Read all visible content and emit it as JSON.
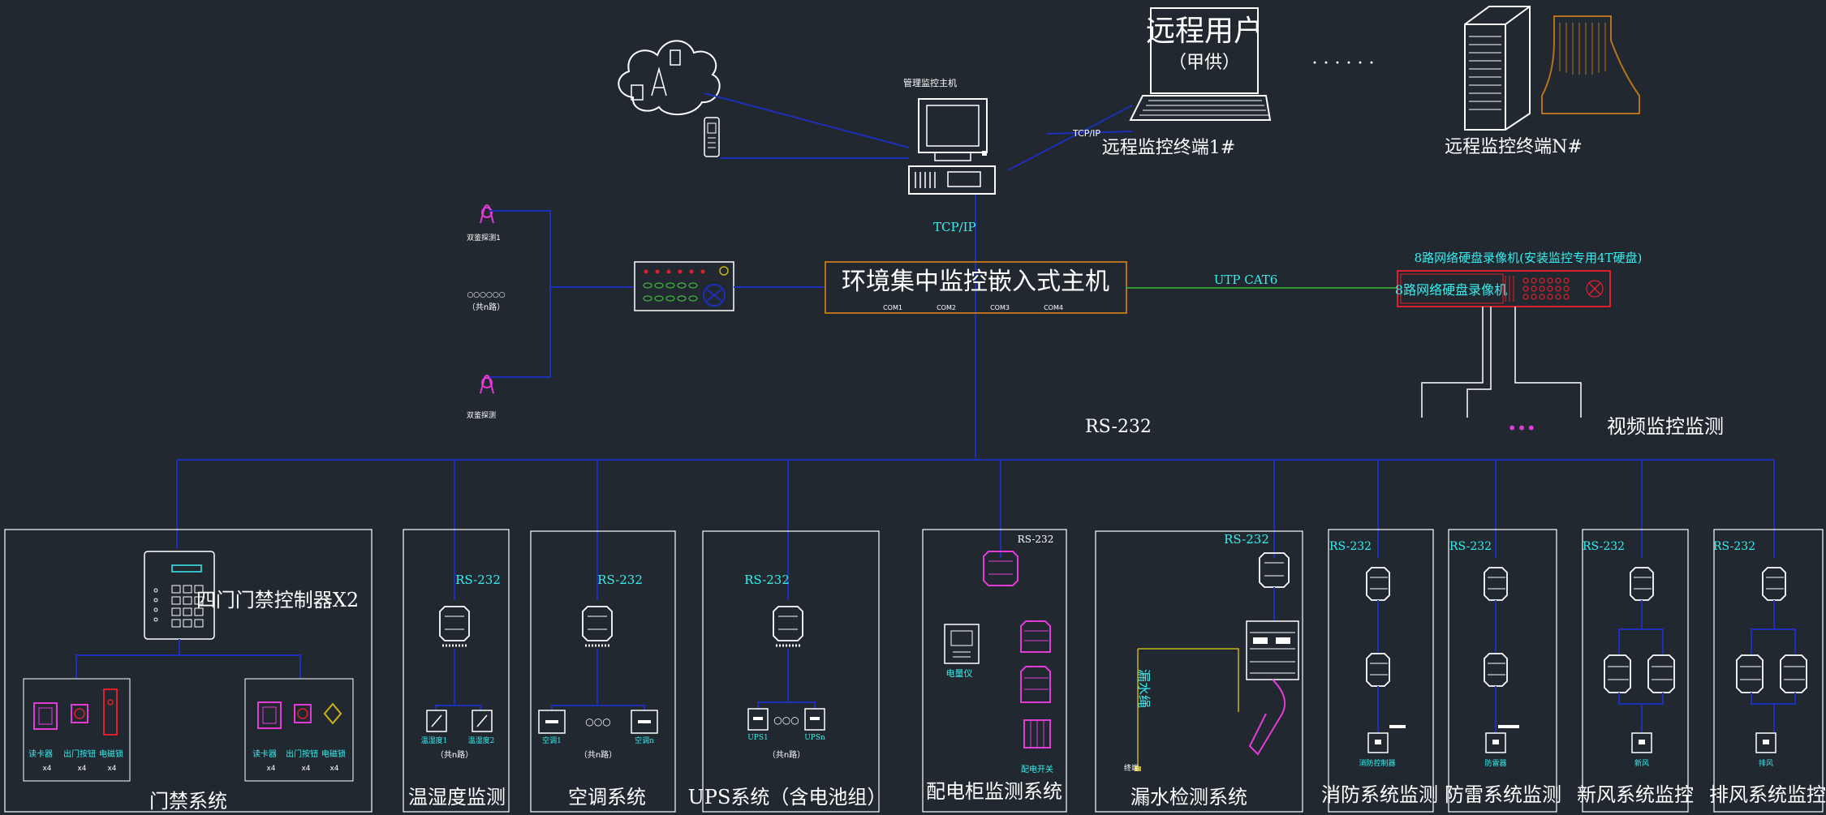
{
  "remote_user": {
    "title": "远程用户",
    "subtitle": "（甲供）"
  },
  "terminal_1": "远程监控终端1#",
  "terminal_n": "远程监控终端N#",
  "ellipsis_top": "· · · · · ·",
  "mgmt_host": "管理监控主机",
  "tcpip_small": "TCP/IP",
  "tcpip_label": "TCP/IP",
  "main_host": {
    "title": "环境集中监控嵌入式主机",
    "ports": [
      "COM1",
      "COM2",
      "COM3",
      "COM4"
    ]
  },
  "utp_label": "UTP CAT6",
  "nvr": {
    "caption": "8路网络硬盘录像机(安装监控专用4T硬盘)",
    "label": "8路网络硬盘录像机"
  },
  "video_label": "视频监控监测",
  "video_dots": "•••",
  "rs232_bus": "RS-232",
  "left_sensors": {
    "top": "双鉴探测1",
    "mid": "○○○○○○",
    "mid_note": "（共n路）",
    "bottom": "双鉴探测"
  },
  "access": {
    "title": "门禁系统",
    "controller": "四门门禁控制器X2",
    "left_items": [
      "读卡器",
      "出门按钮",
      "电磁锁"
    ],
    "right_items": [
      "读卡器",
      "出门按钮",
      "电磁锁"
    ],
    "qty": [
      "x4",
      "x4",
      "x4"
    ]
  },
  "temp": {
    "title": "温湿度监测",
    "rs": "RS-232",
    "items": [
      "温湿度1",
      "温湿度2"
    ],
    "note": "（共n路）"
  },
  "ac": {
    "title": "空调系统",
    "rs": "RS-232",
    "items": [
      "空调1",
      "空调n"
    ],
    "note": "（共n路）"
  },
  "ups": {
    "title": "UPS系统（含电池组）",
    "rs": "RS-232",
    "items": [
      "UPS1",
      "UPSn"
    ],
    "note": "（共n路）"
  },
  "power": {
    "title": "配电柜监测系统",
    "rs": "RS-232",
    "meter": "电量仪",
    "switch": "配电开关"
  },
  "leak": {
    "title": "漏水检测系统",
    "rs": "RS-232",
    "rope": "漏水绳",
    "end": "终端"
  },
  "fire": {
    "title": "消防系统监测",
    "rs": "RS-232",
    "item": "消防控制器"
  },
  "thunder": {
    "title": "防雷系统监测",
    "rs": "RS-232",
    "item": "防雷器"
  },
  "fresh": {
    "title": "新风系统监控",
    "rs": "RS-232",
    "item": "新风"
  },
  "exhaust": {
    "title": "排风系统监控",
    "rs": "RS-232",
    "item": "排风"
  },
  "colors": {
    "bg": "#212830",
    "wire": "#1e2fb8",
    "cyan": "#36f0f0",
    "magenta": "#e23bd8",
    "red": "#e01f2c",
    "orange": "#b8721c",
    "green": "#3fb83a",
    "yellow": "#c8b418"
  }
}
